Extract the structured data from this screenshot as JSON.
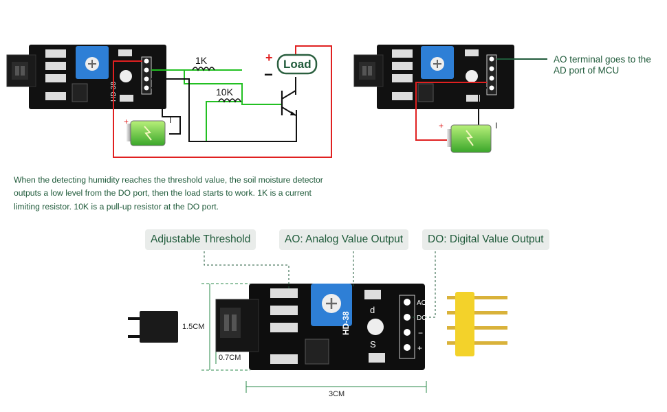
{
  "circuit1": {
    "resistor_1k": "1K",
    "resistor_10k": "10K",
    "load_label": "Load",
    "plus": "+",
    "minus": "−"
  },
  "circuit2": {
    "note_line1": "AO terminal goes to the",
    "note_line2": "AD port of MCU"
  },
  "battery": {
    "plus": "+",
    "minus": "I"
  },
  "board": {
    "model": "HD-38",
    "pins": [
      "AO",
      "DO",
      "−",
      "+"
    ],
    "led_label_d": "d",
    "led_label_s": "S"
  },
  "description": [
    "When the detecting humidity reaches the threshold value, the soil moisture detector",
    "outputs a low level from the DO port, then the load starts to work. 1K is a current",
    "limiting resistor. 10K is a pull-up resistor at the DO port."
  ],
  "callouts": {
    "threshold": "Adjustable Threshold",
    "ao": "AO: Analog Value Output",
    "do": "DO: Digital Value Output"
  },
  "dimensions": {
    "height": "1.5CM",
    "offset": "0.7CM",
    "width": "3CM"
  },
  "colors": {
    "wire_red": "#e02020",
    "wire_green": "#22c022",
    "wire_black": "#111111",
    "text_green": "#1f5a3a",
    "pcb": "#111111",
    "pot_blue": "#2e7fd6",
    "header_yellow": "#f3d22a"
  }
}
